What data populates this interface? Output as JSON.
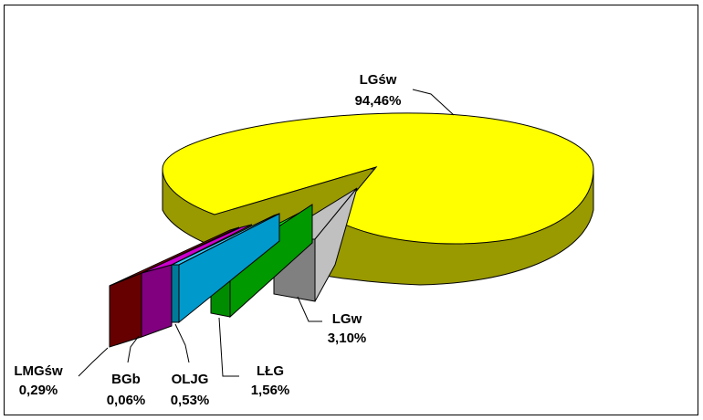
{
  "chart_data": {
    "type": "pie",
    "title": "",
    "slices": [
      {
        "label": "LGśw",
        "value_label": "94,46%",
        "value": 94.46,
        "color": "#ffff00",
        "side": "#999900"
      },
      {
        "label": "LGw",
        "value_label": "3,10%",
        "value": 3.1,
        "color": "#c0c0c0",
        "side": "#6e6e6e"
      },
      {
        "label": "LŁG",
        "value_label": "1,56%",
        "value": 1.56,
        "color": "#00ff00",
        "side": "#008c00"
      },
      {
        "label": "OLJG",
        "value_label": "0,53%",
        "value": 0.53,
        "color": "#33ccff",
        "side": "#007a99"
      },
      {
        "label": "BGb",
        "value_label": "0,06%",
        "value": 0.06,
        "color": "#cc00cc",
        "side": "#800080"
      },
      {
        "label": "LMGśw",
        "value_label": "0,29%",
        "value": 0.29,
        "color": "#990000",
        "side": "#660000"
      }
    ],
    "legend": "none",
    "style": "3d-exploded-pie"
  }
}
